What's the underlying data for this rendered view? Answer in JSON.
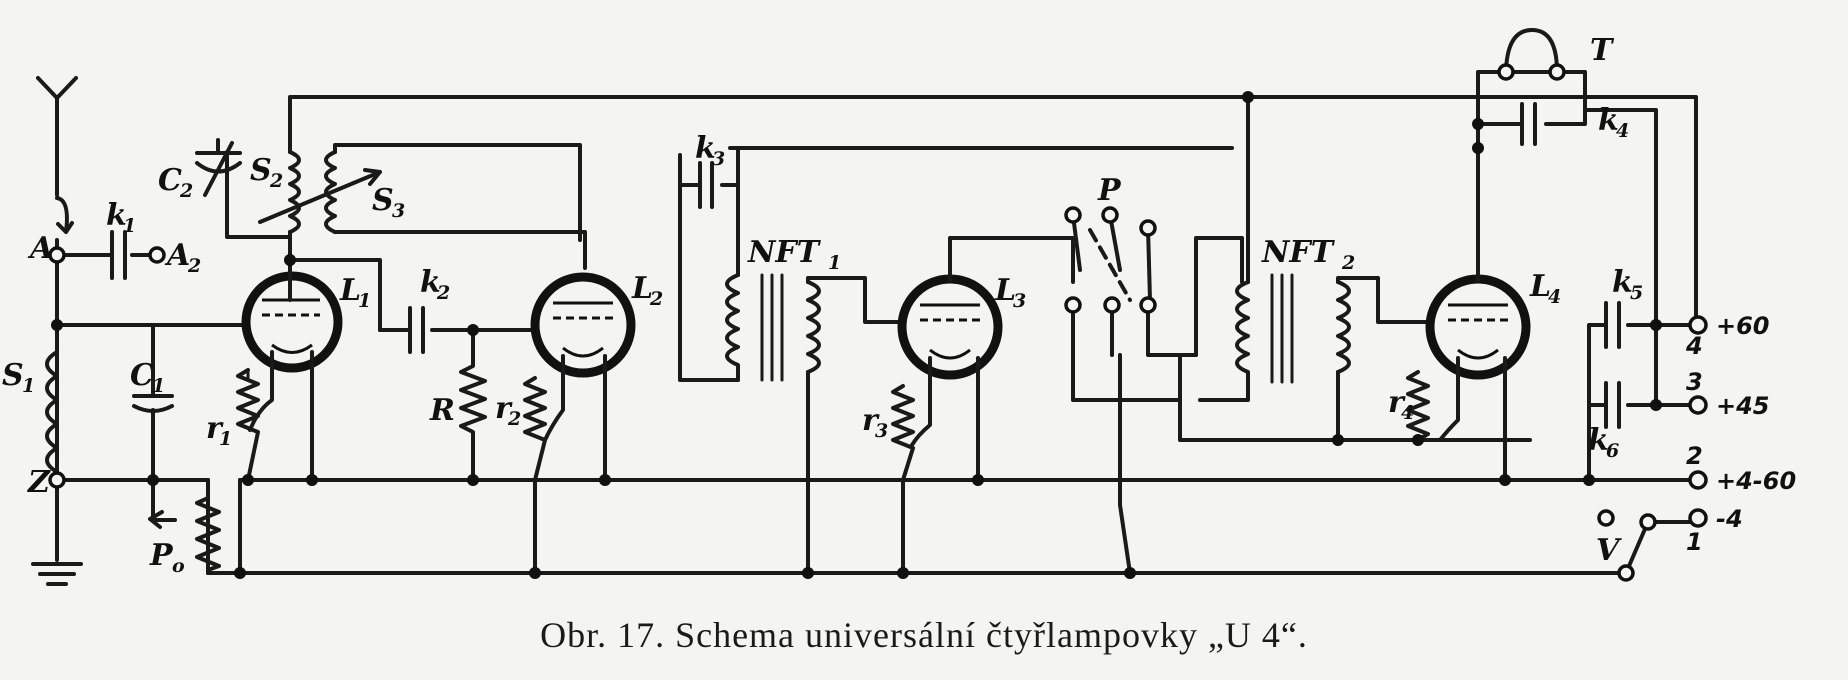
{
  "caption": "Obr. 17. Schema universální čtyřlampovky „U 4“.",
  "labels": {
    "antenna": "A",
    "a2": "A",
    "a2_sub": "2",
    "earth": "Z",
    "k1": "k",
    "k1_sub": "1",
    "k2": "k",
    "k2_sub": "2",
    "k3": "k",
    "k3_sub": "3",
    "k4": "k",
    "k4_sub": "4",
    "k5": "k",
    "k5_sub": "5",
    "k6": "k",
    "k6_sub": "6",
    "c1": "C",
    "c1_sub": "1",
    "c2": "C",
    "c2_sub": "2",
    "s1": "S",
    "s1_sub": "1",
    "s2": "S",
    "s2_sub": "2",
    "s3": "S",
    "s3_sub": "3",
    "l1": "L",
    "l1_sub": "1",
    "l2": "L",
    "l2_sub": "2",
    "l3": "L",
    "l3_sub": "3",
    "l4": "L",
    "l4_sub": "4",
    "r": "R",
    "r1": "r",
    "r1_sub": "1",
    "r2": "r",
    "r2_sub": "2",
    "r3": "r",
    "r3_sub": "3",
    "r4": "r",
    "r4_sub": "4",
    "po": "P",
    "po_sub": "o",
    "p": "P",
    "nft1": "NFT",
    "nft1_sub": "1",
    "nft2": "NFT",
    "nft2_sub": "2",
    "t": "T",
    "v": "V"
  },
  "terminals": [
    {
      "number": "4",
      "voltage": "+60"
    },
    {
      "number": "3",
      "voltage": "+45"
    },
    {
      "number": "2",
      "voltage": "+4-60"
    },
    {
      "number": "1",
      "voltage": "-4"
    }
  ]
}
